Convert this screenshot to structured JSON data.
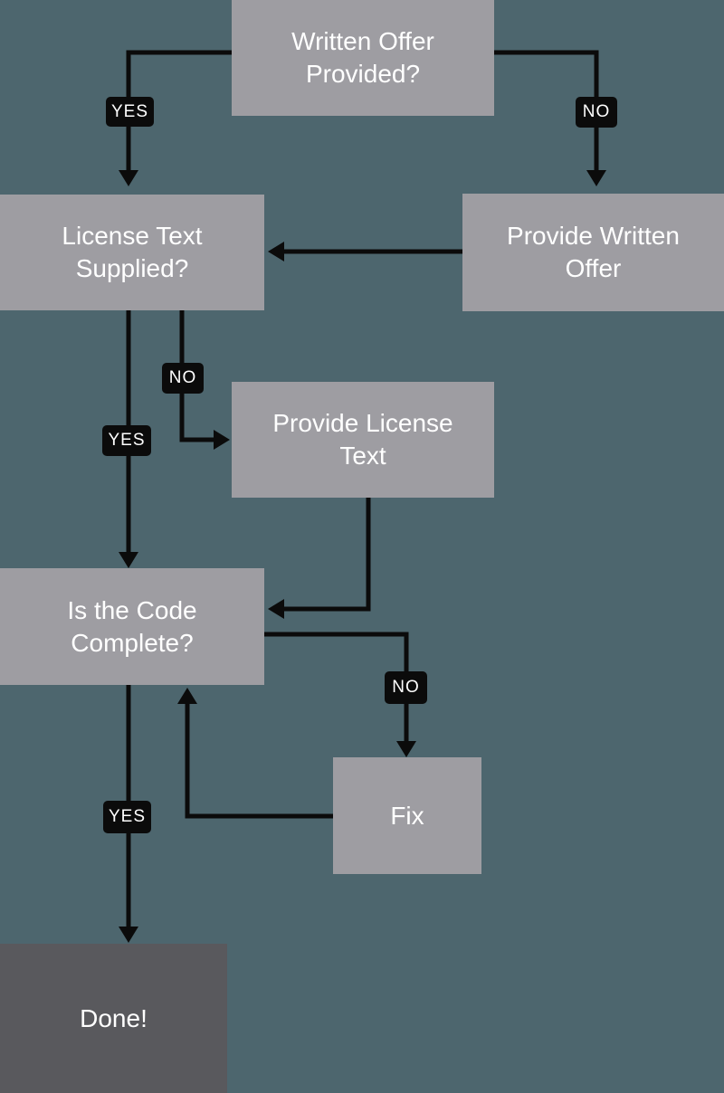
{
  "colors": {
    "background": "#4d666e",
    "node_fill": "#9e9da2",
    "node_fill_dark": "#59595d",
    "label_bg": "#0b0b0b",
    "arrow": "#0b0b0b",
    "node_text": "#ffffff"
  },
  "nodes": {
    "written_offer": {
      "label": "Written Offer Provided?"
    },
    "provide_written_offer": {
      "label": "Provide Written Offer"
    },
    "license_text": {
      "label": "License Text Supplied?"
    },
    "provide_license_text": {
      "label": "Provide License Text"
    },
    "code_complete": {
      "label": "Is the Code Complete?"
    },
    "fix": {
      "label": "Fix"
    },
    "done": {
      "label": "Done!"
    }
  },
  "edge_labels": {
    "written_offer_yes": "YES",
    "written_offer_no": "NO",
    "license_text_no": "NO",
    "license_text_yes": "YES",
    "code_complete_no": "NO",
    "code_complete_yes": "YES"
  }
}
